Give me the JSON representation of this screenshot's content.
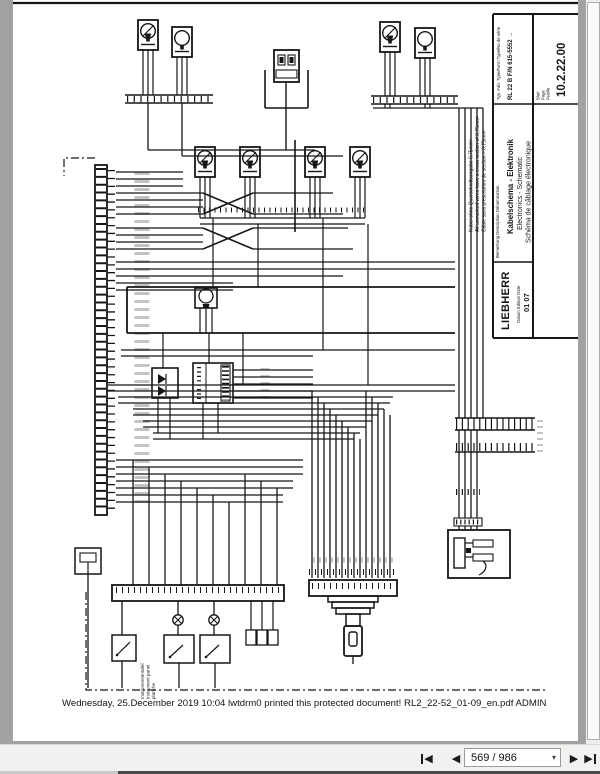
{
  "colors": {
    "app_background": "#a1a19f",
    "page_background": "#ffffff",
    "toolbar_background": "#f2f1ef",
    "ink": "#161616"
  },
  "pdf_page": {
    "print_stamp": "Wednesday, 25.December 2019 10:04 lwtdrm0 printed this protected document! RL2_22-52_01-09_en.pdf ADMIN",
    "note": {
      "de": "Kabel ohne Querschnittsangabe 0,75mm²",
      "en": "All unmarked wires have a cross section of 0,75mm²",
      "fr": "Câble sans prescription de section = 0,75mm²"
    },
    "title_block": {
      "type_label": "Typ. Fab.   Type/Form   Type/No de série",
      "type_value": "RL 22 B  F/N 615-5552 →",
      "sheet_label_1": "Blatt",
      "sheet_label_2": "Page",
      "sheet_label_3": "Feuille",
      "sheet_value": "10.2.22.00",
      "remark_header": "Bemerkung   Description   Dénomination",
      "title_de": "Kabelschema - Elektronik",
      "title_en": "Electronics - Schematic",
      "title_fr": "Schéma de câblage électronique",
      "brand": "LIEBHERR",
      "date_label": "Datum   Edition   Date",
      "date_value": "01 07"
    },
    "panel_label": {
      "de": "Instrumententafel",
      "en": "Instrument panel",
      "fr": "planche"
    }
  },
  "toolbar": {
    "page_field": "569 / 986",
    "prev_icon": "◀",
    "next_icon": "▶",
    "caret_icon": "▾",
    "first_icon_name": "first-page-icon",
    "prev_icon_name": "previous-page-icon",
    "next_icon_name": "next-page-icon",
    "last_icon_name": "last-page-icon"
  }
}
